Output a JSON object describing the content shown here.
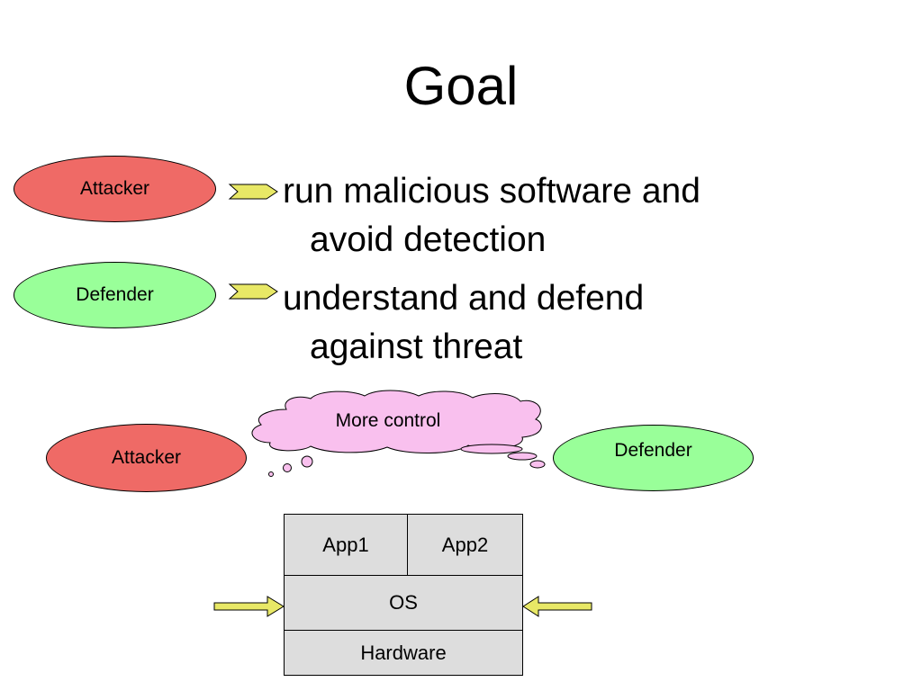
{
  "title": "Goal",
  "roles": [
    {
      "label": "Attacker",
      "bullet_line1": "run malicious software and",
      "bullet_line2": "avoid detection"
    },
    {
      "label": "Defender",
      "bullet_line1": "understand and defend",
      "bullet_line2": "against threat"
    }
  ],
  "diagram": {
    "cloud_label": "More control",
    "left_actor": "Attacker",
    "right_actor": "Defender",
    "stack": {
      "app1": "App1",
      "app2": "App2",
      "os": "OS",
      "hardware": "Hardware"
    }
  },
  "colors": {
    "attacker": "#ef6a66",
    "defender": "#99ff99",
    "cloud": "#f9c0ee",
    "arrow": "#e8e866",
    "stack": "#dddddd"
  }
}
